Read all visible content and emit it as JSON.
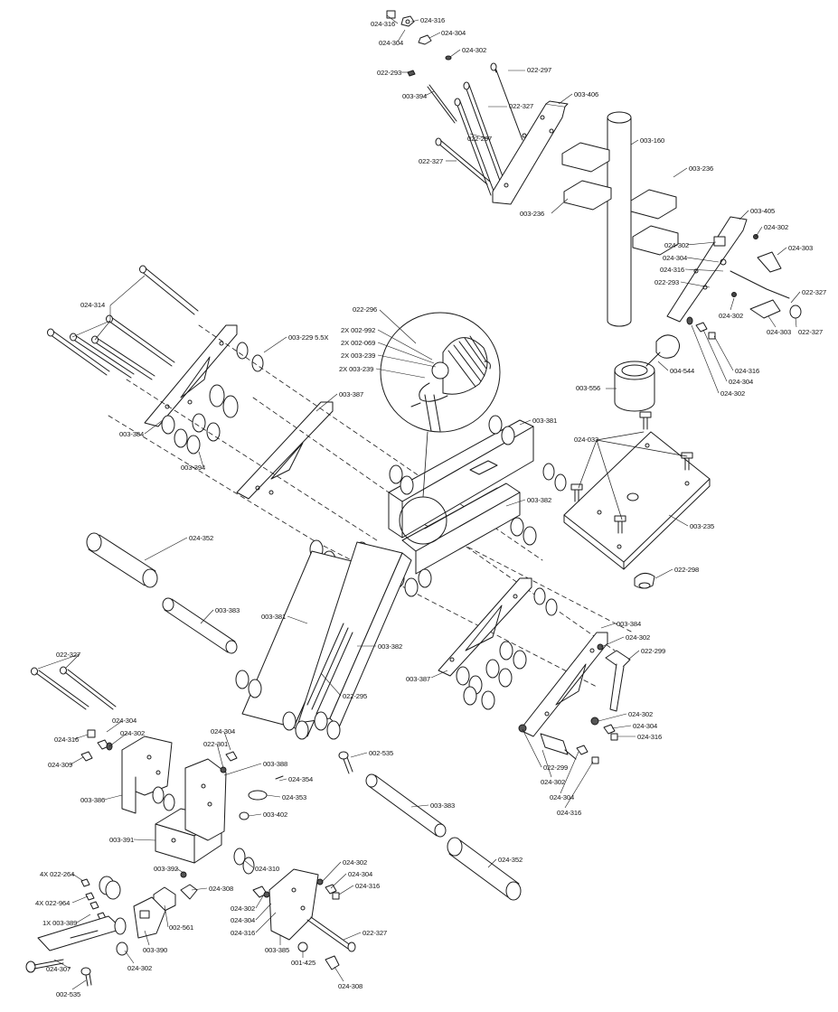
{
  "diagram": {
    "parts": [
      "024-316",
      "024-316",
      "024-304",
      "024-304",
      "024-302",
      "022-293",
      "022-297",
      "003-394",
      "022-327",
      "022-297",
      "003-406",
      "003-160",
      "022-327",
      "003-236",
      "003-236",
      "003-405",
      "024-302",
      "024-302",
      "024-303",
      "024-304",
      "024-316",
      "022-293",
      "022-327",
      "024-302",
      "024-303",
      "022-327",
      "024-314",
      "003-229 5.5X",
      "022-296",
      "2X 002-992",
      "2X 002-069",
      "2X 003-239",
      "2X 003-239",
      "003-387",
      "004-544",
      "024-316",
      "024-304",
      "024-302",
      "003-556",
      "003-384",
      "003-394",
      "003-381",
      "024-033",
      "003-382",
      "003-235",
      "024-352",
      "022-298",
      "003-383",
      "003-381",
      "003-382",
      "003-384",
      "024-302",
      "022-299",
      "003-387",
      "022-327",
      "022-295",
      "024-302",
      "024-304",
      "024-316",
      "024-304",
      "024-302",
      "024-316",
      "024-309",
      "024-304",
      "022-301",
      "003-388",
      "002-535",
      "022-299",
      "024-354",
      "024-302",
      "003-386",
      "024-353",
      "024-304",
      "003-402",
      "003-383",
      "024-316",
      "003-391",
      "003-392",
      "024-310",
      "024-308",
      "024-302",
      "024-304",
      "024-352",
      "4X 022-264",
      "024-316",
      "4X 022-964",
      "002-561",
      "024-302",
      "024-304",
      "024-316",
      "1X 003-389",
      "003-390",
      "003-385",
      "022-327",
      "024-307",
      "024-302",
      "001-425",
      "002-535",
      "024-308"
    ]
  }
}
